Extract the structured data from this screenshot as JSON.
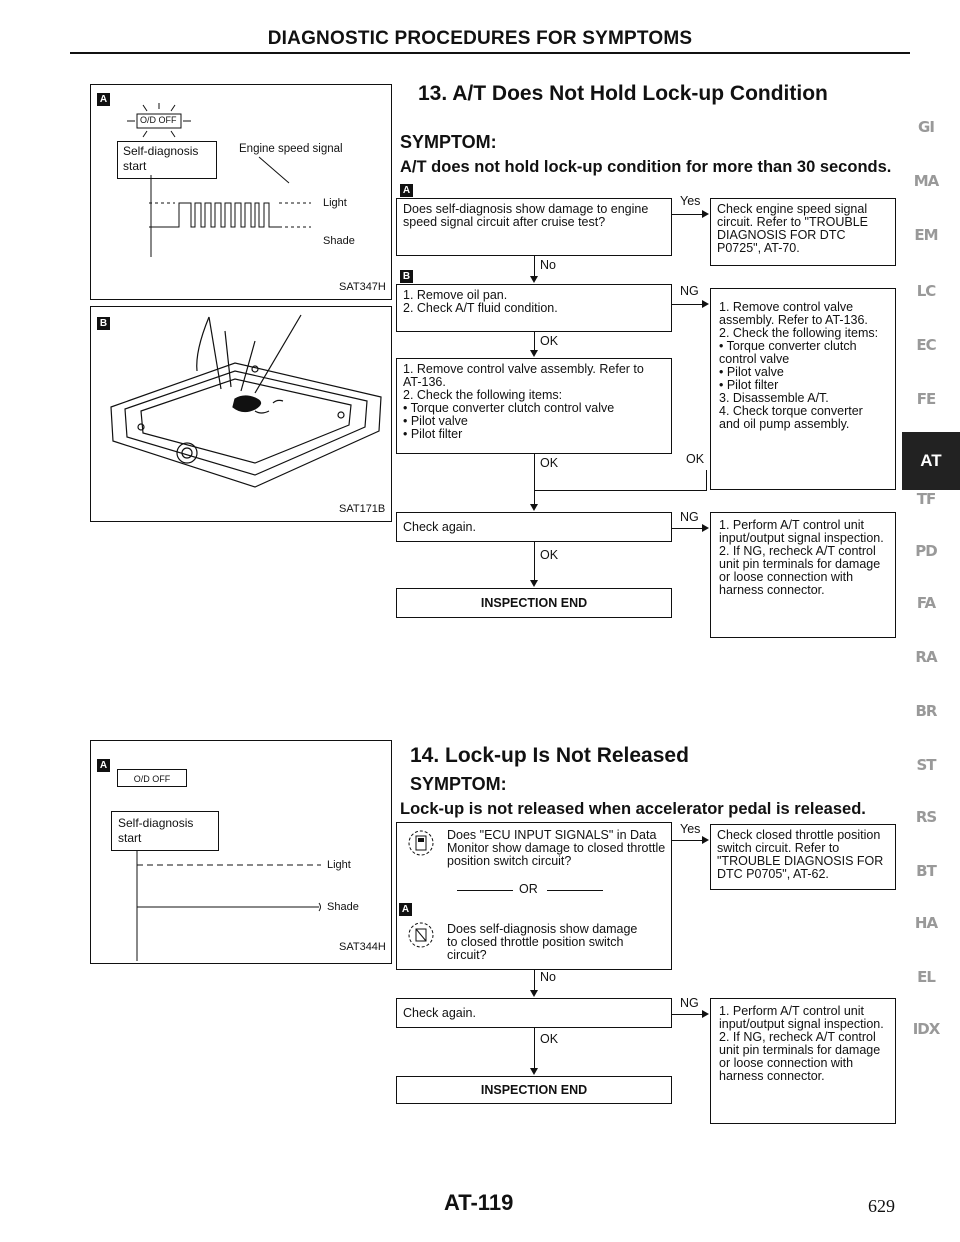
{
  "header": {
    "title": "DIAGNOSTIC PROCEDURES FOR SYMPTOMS"
  },
  "section13": {
    "title": "13. A/T Does Not Hold Lock-up Condition",
    "symptom_label": "SYMPTOM:",
    "symptom_text": "A/T does not hold lock-up condition for more than 30 seconds.",
    "tag_a": "A",
    "tag_b": "B",
    "step_a": "Does self-diagnosis show damage to engine speed signal circuit after cruise test?",
    "yes": "Yes",
    "no": "No",
    "yes_action": "Check engine speed signal circuit. Refer to \"TROUBLE DIAGNOSIS FOR DTC P0725\", AT-70.",
    "step_b": [
      "1. Remove oil pan.",
      "2. Check A/T fluid condition."
    ],
    "ng1": "NG",
    "ok1": "OK",
    "ng1_action": [
      "1. Remove control valve assembly. Refer to AT-136.",
      "2. Check the following items:",
      "• Torque converter clutch control valve",
      "• Pilot valve",
      "• Pilot filter",
      "3. Disassemble A/T.",
      "4. Check torque converter and oil pump assembly."
    ],
    "step_c": [
      "1. Remove control valve assembly. Refer to AT-136.",
      "2. Check the following items:",
      "• Torque converter clutch control valve",
      "• Pilot valve",
      "• Pilot filter"
    ],
    "ok2": "OK",
    "ok3": "OK",
    "check_again": "Check again.",
    "ng2": "NG",
    "ok4": "OK",
    "ng2_action": [
      "1. Perform A/T control unit input/output signal inspection.",
      "2. If NG, recheck A/T control unit pin terminals for damage or loose connection with harness connector."
    ],
    "end": "INSPECTION END"
  },
  "section14": {
    "title": "14. Lock-up Is Not Released",
    "symptom_label": "SYMPTOM:",
    "symptom_text": "Lock-up is not released when accelerator pedal is released.",
    "tag_a": "A",
    "step_1": "Does \"ECU INPUT SIGNALS\" in Data Monitor show damage to closed throttle position switch circuit?",
    "or": "OR",
    "step_2": "Does self-diagnosis show damage to closed throttle position switch circuit?",
    "yes": "Yes",
    "yes_action": "Check closed throttle position switch circuit. Refer to \"TROUBLE DIAGNOSIS FOR DTC P0705\", AT-62.",
    "no": "No",
    "check_again": "Check again.",
    "ng": "NG",
    "ok": "OK",
    "ng_action": [
      "1. Perform A/T control unit input/output signal inspection.",
      "2. If NG, recheck A/T control unit pin terminals for damage or loose connection with harness connector."
    ],
    "end": "INSPECTION END"
  },
  "figures": {
    "fig1": {
      "tag": "A",
      "od_off": "O/D OFF",
      "self_diag": "Self-diagnosis start",
      "engine_speed": "Engine speed signal",
      "light": "Light",
      "shade": "Shade",
      "code": "SAT347H"
    },
    "fig2": {
      "tag": "B",
      "code": "SAT171B"
    },
    "fig3": {
      "tag": "A",
      "od_off": "O/D OFF",
      "self_diag": "Self-diagnosis start",
      "light": "Light",
      "shade": "Shade",
      "code": "SAT344H"
    }
  },
  "sidebar": [
    "GI",
    "MA",
    "EM",
    "LC",
    "EC",
    "FE",
    "AT",
    "TF",
    "PD",
    "FA",
    "RA",
    "BR",
    "ST",
    "RS",
    "BT",
    "HA",
    "EL",
    "IDX"
  ],
  "sidebar_active": "AT",
  "footer": {
    "page_code": "AT-119",
    "page_number": "629"
  }
}
